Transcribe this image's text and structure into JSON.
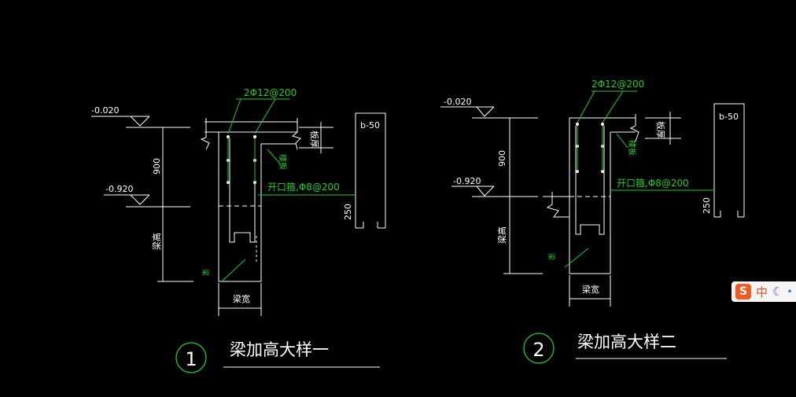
{
  "colors": {
    "background": "#000000",
    "lines": "#ffffff",
    "annotation": "#22cc22",
    "ime_brand": "#f25a1f"
  },
  "detail1": {
    "rebar_top": "2Φ12@200",
    "elev_top": "-0.020",
    "elev_bottom": "-0.920",
    "dim_900": "900",
    "dim_250": "250",
    "dim_b50": "b-50",
    "label_slab": "楼板",
    "label_slab_thickness": "板厚",
    "label_stirrup": "开口箍,Φ8@200",
    "label_beam": "梁",
    "label_beam_height": "梁高",
    "label_beam_width": "梁宽",
    "number": "1",
    "title": "梁加高大样一"
  },
  "detail2": {
    "rebar_top": "2Φ12@200",
    "elev_top": "-0.020",
    "elev_bottom": "-0.920",
    "dim_900": "900",
    "dim_250": "250",
    "dim_b50": "b-50",
    "label_slab": "楼板",
    "label_slab_thickness": "板厚",
    "label_stirrup": "开口箍,Φ8@200",
    "label_beam": "梁",
    "label_beam_height": "梁高",
    "label_beam_width": "梁宽",
    "number": "2",
    "title": "梁加高大样二"
  },
  "ime": {
    "logo": "S",
    "lang": "中",
    "moon_icon": "moon-icon",
    "dot": "•"
  }
}
